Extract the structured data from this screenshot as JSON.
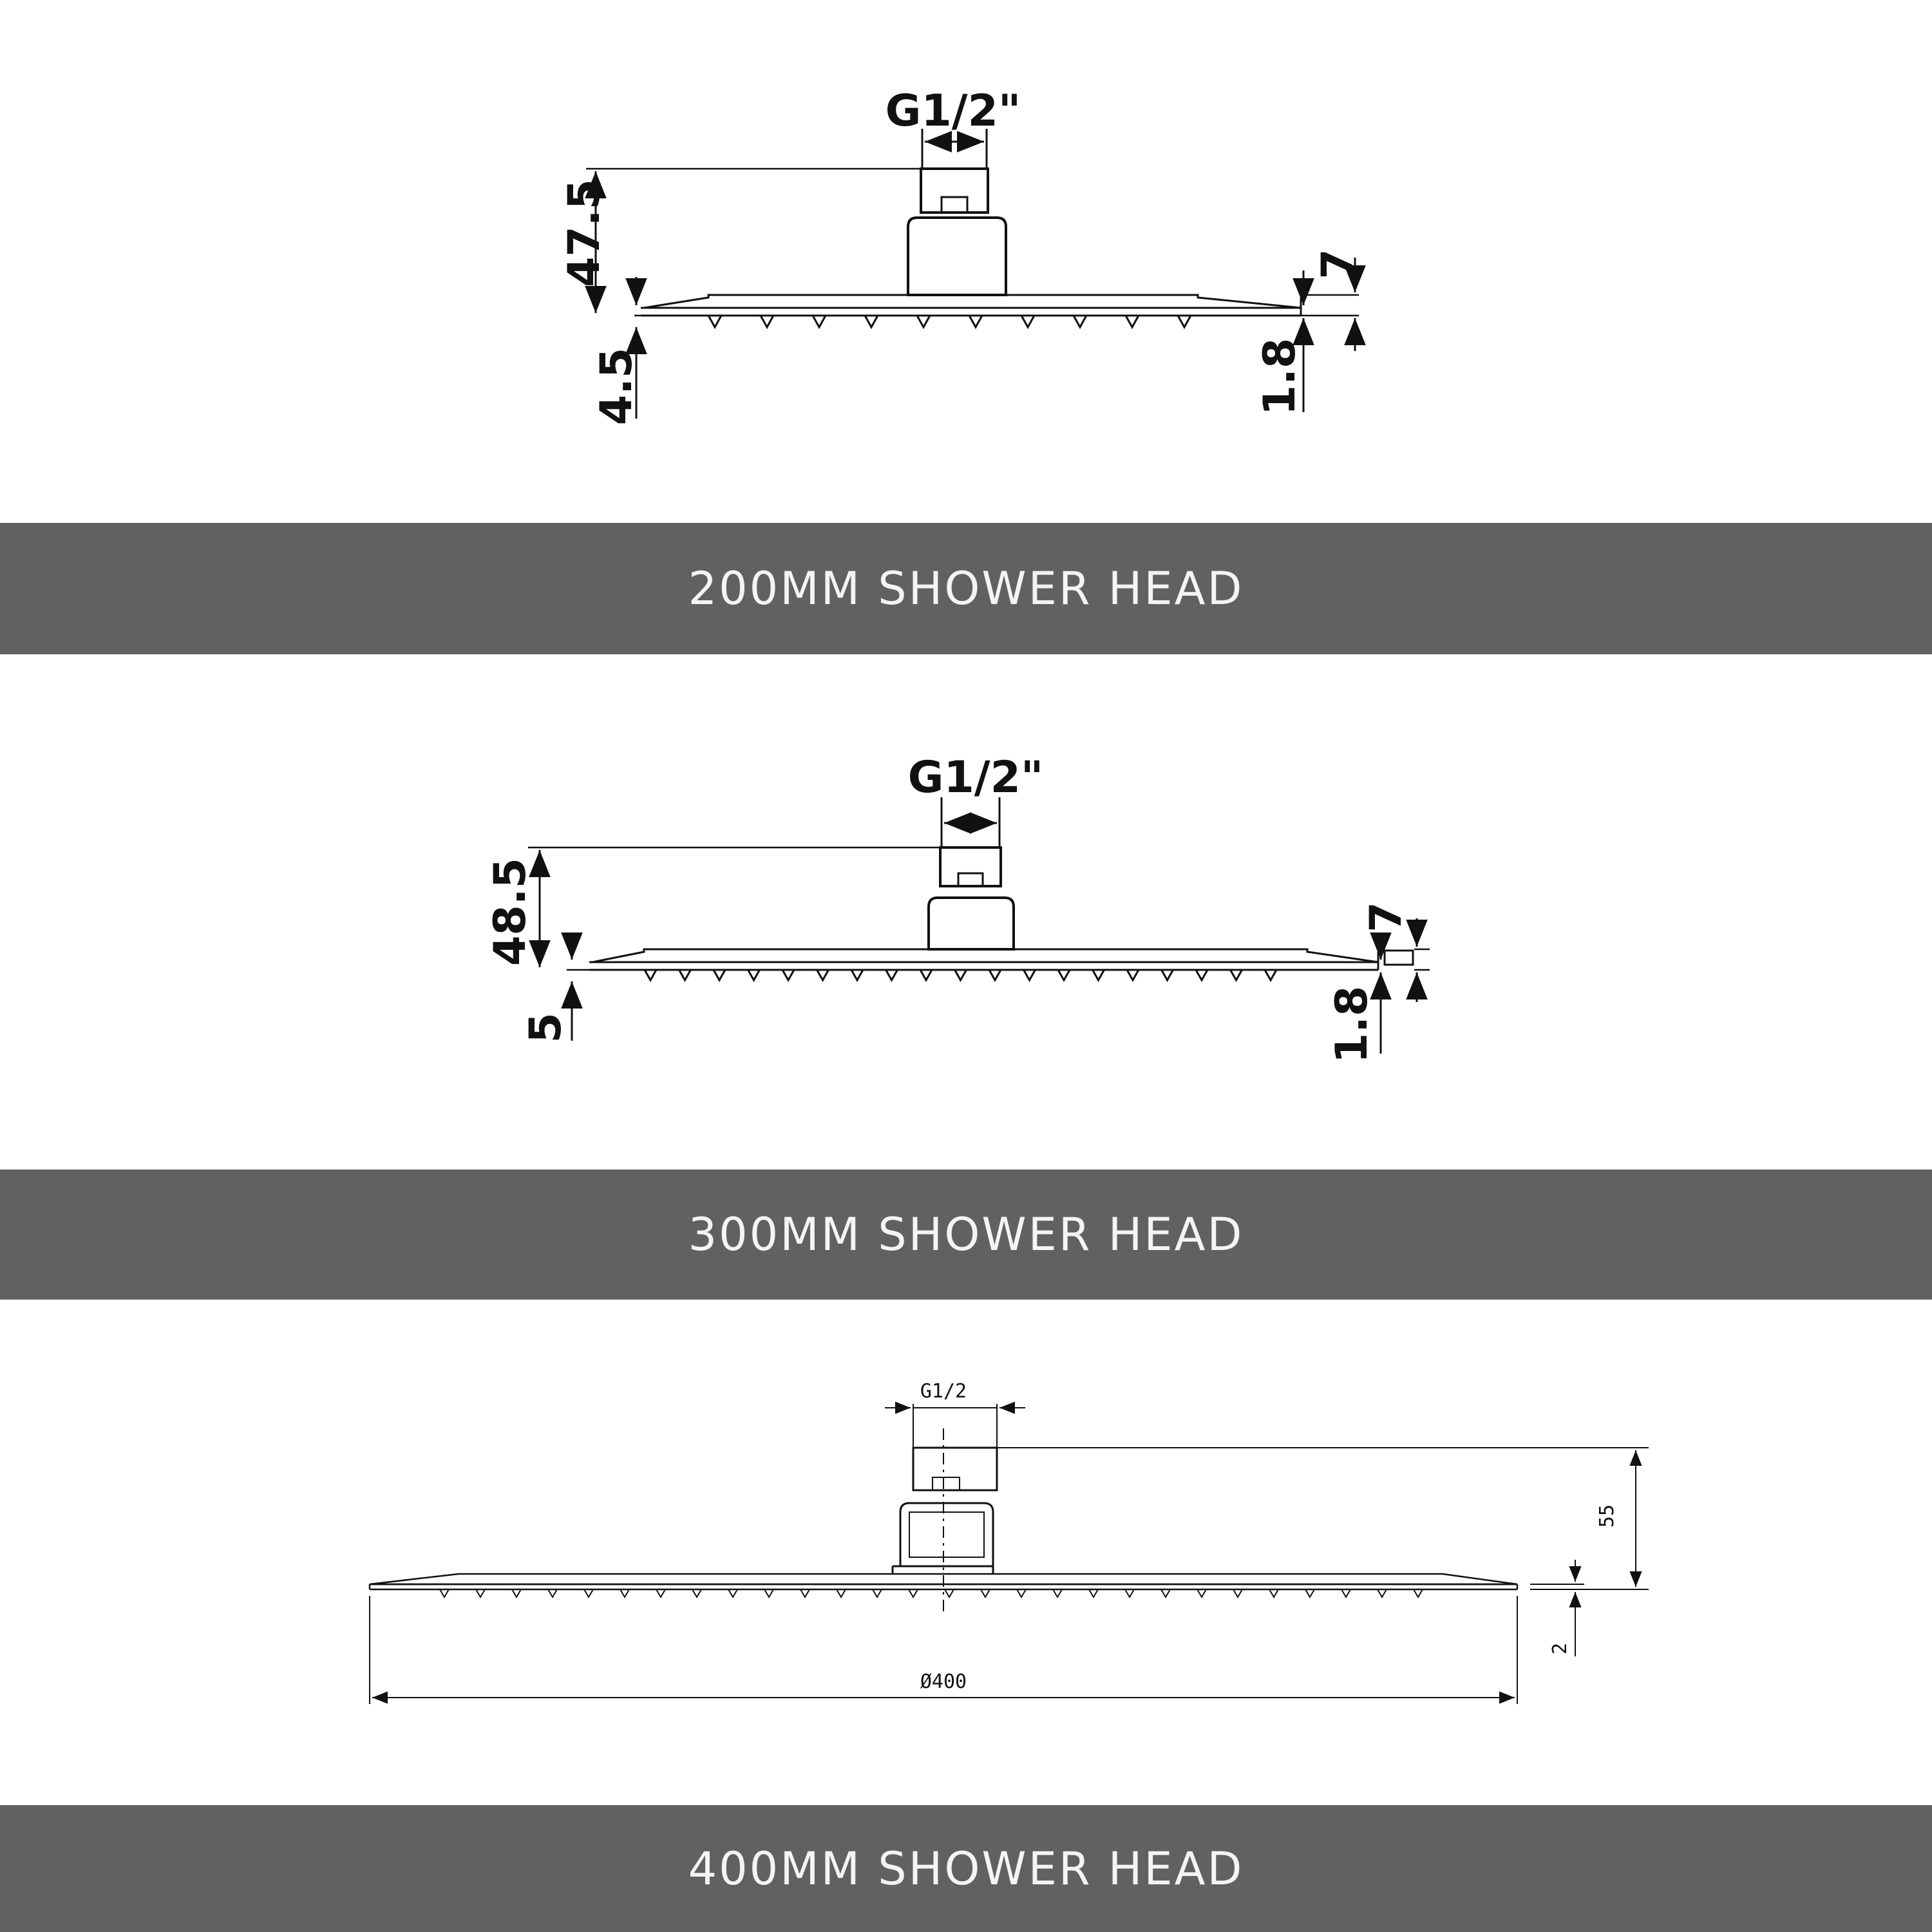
{
  "drawings": [
    {
      "banner_label": "200MM SHOWER HEAD",
      "thread_label": "G1/2\"",
      "dim_height": "47.5",
      "dim_plate_edge": "7",
      "dim_nozzle": "4.5",
      "dim_plate_thickness": "1.8"
    },
    {
      "banner_label": "300MM SHOWER HEAD",
      "thread_label": "G1/2\"",
      "dim_height": "48.5",
      "dim_plate_edge": "7",
      "dim_nozzle": "5",
      "dim_plate_thickness": "1.8"
    },
    {
      "banner_label": "400MM SHOWER HEAD",
      "thread_label": "G1/2",
      "dim_height": "55",
      "dim_plate_thickness": "2",
      "dim_diameter": "Ø400"
    }
  ],
  "colors": {
    "banner_background": "#616161",
    "banner_text": "#f4f4f4",
    "line": "#111111",
    "background": "#ffffff"
  }
}
